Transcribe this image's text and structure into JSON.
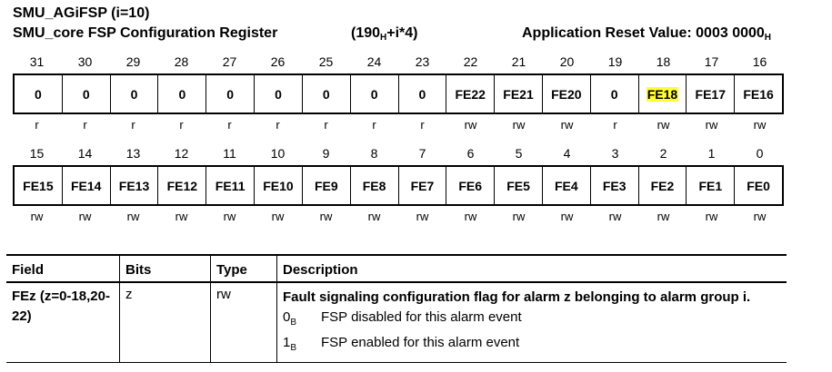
{
  "header": {
    "reg_name": "SMU_AGiFSP (i=10)",
    "reg_title": "SMU_core FSP Configuration Register",
    "offset_base": "190",
    "offset_sub": "H",
    "offset_expr": "+i*4)",
    "offset_open": "(",
    "reset_label": "Application Reset Value: 0003 0000",
    "reset_sub": "H"
  },
  "upper": {
    "bits": [
      "31",
      "30",
      "29",
      "28",
      "27",
      "26",
      "25",
      "24",
      "23",
      "22",
      "21",
      "20",
      "19",
      "18",
      "17",
      "16"
    ],
    "fields": [
      "0",
      "0",
      "0",
      "0",
      "0",
      "0",
      "0",
      "0",
      "0",
      "FE22",
      "FE21",
      "FE20",
      "0",
      "FE18",
      "FE17",
      "FE16"
    ],
    "types": [
      "r",
      "r",
      "r",
      "r",
      "r",
      "r",
      "r",
      "r",
      "r",
      "rw",
      "rw",
      "rw",
      "r",
      "rw",
      "rw",
      "rw"
    ],
    "highlighted_field": "FE18"
  },
  "lower": {
    "bits": [
      "15",
      "14",
      "13",
      "12",
      "11",
      "10",
      "9",
      "8",
      "7",
      "6",
      "5",
      "4",
      "3",
      "2",
      "1",
      "0"
    ],
    "fields": [
      "FE15",
      "FE14",
      "FE13",
      "FE12",
      "FE11",
      "FE10",
      "FE9",
      "FE8",
      "FE7",
      "FE6",
      "FE5",
      "FE4",
      "FE3",
      "FE2",
      "FE1",
      "FE0"
    ],
    "types": [
      "rw",
      "rw",
      "rw",
      "rw",
      "rw",
      "rw",
      "rw",
      "rw",
      "rw",
      "rw",
      "rw",
      "rw",
      "rw",
      "rw",
      "rw",
      "rw"
    ]
  },
  "field_table": {
    "headers": {
      "field": "Field",
      "bits": "Bits",
      "type": "Type",
      "description": "Description"
    },
    "row": {
      "field": "FEz (z=0-18,20-22)",
      "bits": "z",
      "type": "rw",
      "description": "Fault signaling configuration flag for alarm z belonging to alarm group i.",
      "options": [
        {
          "value": "0",
          "sub": "B",
          "text": "FSP disabled for this alarm event"
        },
        {
          "value": "1",
          "sub": "B",
          "text": "FSP enabled for this alarm event"
        }
      ]
    }
  },
  "colors": {
    "highlight": "#ffff33",
    "border": "#000000"
  }
}
